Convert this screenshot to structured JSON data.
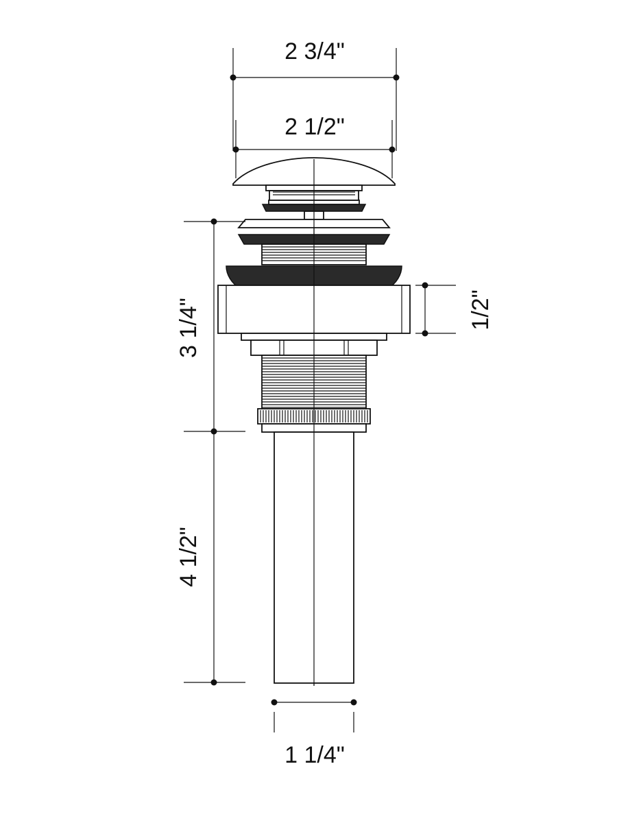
{
  "diagram": {
    "dimensions": {
      "cap_outer_width": "2 3/4\"",
      "cap_inner_width": "2 1/2\"",
      "flange_thickness": "1/2\"",
      "upper_height": "3 1/4\"",
      "lower_height": "4 1/2\"",
      "tail_diameter": "1 1/4\""
    },
    "colors": {
      "line": "#111111",
      "dark_fill": "#2a2a2a",
      "background": "#ffffff"
    }
  }
}
